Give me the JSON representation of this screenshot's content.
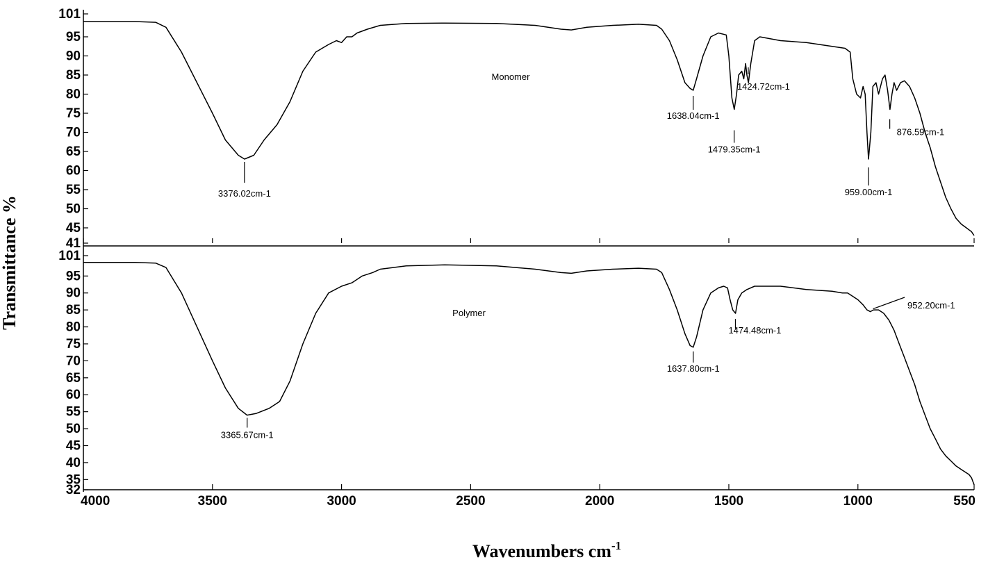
{
  "chart_data": {
    "type": "line",
    "xlabel": "Wavenumbers cm",
    "xlabel_sup": "-1",
    "ylabel": "Transmittance %",
    "xlim": [
      4000,
      550
    ],
    "x_ticks": [
      4000,
      3500,
      3000,
      2500,
      2000,
      1500,
      1000,
      550
    ],
    "grid": false,
    "panels": [
      {
        "name": "Monomer",
        "ylim": [
          41,
          101
        ],
        "y_ticks": [
          101,
          95,
          90,
          85,
          80,
          75,
          70,
          65,
          60,
          55,
          50,
          45,
          41
        ],
        "points": [
          [
            4000,
            99
          ],
          [
            3900,
            99
          ],
          [
            3800,
            99
          ],
          [
            3720,
            98.8
          ],
          [
            3680,
            97.5
          ],
          [
            3620,
            91
          ],
          [
            3560,
            83
          ],
          [
            3500,
            75
          ],
          [
            3450,
            68
          ],
          [
            3400,
            64
          ],
          [
            3376,
            63
          ],
          [
            3340,
            64
          ],
          [
            3300,
            68
          ],
          [
            3250,
            72
          ],
          [
            3200,
            78
          ],
          [
            3150,
            86
          ],
          [
            3100,
            91
          ],
          [
            3050,
            93
          ],
          [
            3020,
            94
          ],
          [
            3000,
            93.5
          ],
          [
            2980,
            95
          ],
          [
            2960,
            95
          ],
          [
            2940,
            96
          ],
          [
            2900,
            97
          ],
          [
            2850,
            98
          ],
          [
            2750,
            98.5
          ],
          [
            2600,
            98.6
          ],
          [
            2400,
            98.5
          ],
          [
            2250,
            98
          ],
          [
            2150,
            97
          ],
          [
            2110,
            96.8
          ],
          [
            2050,
            97.5
          ],
          [
            1950,
            98
          ],
          [
            1850,
            98.3
          ],
          [
            1780,
            98
          ],
          [
            1760,
            97
          ],
          [
            1730,
            94
          ],
          [
            1700,
            89
          ],
          [
            1670,
            83
          ],
          [
            1650,
            81.5
          ],
          [
            1638,
            81
          ],
          [
            1625,
            84
          ],
          [
            1600,
            90
          ],
          [
            1570,
            95
          ],
          [
            1540,
            96
          ],
          [
            1510,
            95.5
          ],
          [
            1500,
            90
          ],
          [
            1488,
            79
          ],
          [
            1479,
            76
          ],
          [
            1470,
            80
          ],
          [
            1462,
            85
          ],
          [
            1450,
            86
          ],
          [
            1442,
            84
          ],
          [
            1435,
            88
          ],
          [
            1430,
            85
          ],
          [
            1424,
            83
          ],
          [
            1415,
            88
          ],
          [
            1400,
            94
          ],
          [
            1380,
            95
          ],
          [
            1300,
            94
          ],
          [
            1200,
            93.5
          ],
          [
            1100,
            92.5
          ],
          [
            1050,
            92
          ],
          [
            1030,
            91
          ],
          [
            1020,
            84
          ],
          [
            1005,
            80
          ],
          [
            990,
            79
          ],
          [
            980,
            82
          ],
          [
            972,
            80
          ],
          [
            965,
            70
          ],
          [
            959,
            63
          ],
          [
            950,
            70
          ],
          [
            942,
            82
          ],
          [
            930,
            83
          ],
          [
            920,
            80
          ],
          [
            905,
            84
          ],
          [
            895,
            85
          ],
          [
            885,
            81
          ],
          [
            876,
            76
          ],
          [
            868,
            80
          ],
          [
            860,
            83
          ],
          [
            850,
            81
          ],
          [
            835,
            83
          ],
          [
            820,
            83.5
          ],
          [
            800,
            82
          ],
          [
            780,
            79
          ],
          [
            760,
            75
          ],
          [
            740,
            70
          ],
          [
            720,
            66
          ],
          [
            700,
            61
          ],
          [
            680,
            57
          ],
          [
            660,
            53
          ],
          [
            640,
            50
          ],
          [
            620,
            47.5
          ],
          [
            600,
            46
          ],
          [
            580,
            45
          ],
          [
            570,
            44.5
          ],
          [
            560,
            44
          ],
          [
            555,
            43.5
          ],
          [
            550,
            43
          ]
        ],
        "annotations": [
          {
            "text": "3376.02cm-1",
            "x": 3376.02
          },
          {
            "text": "1638.04cm-1",
            "x": 1638.04
          },
          {
            "text": "1479.35cm-1",
            "x": 1479.35
          },
          {
            "text": "1424.72cm-1",
            "x": 1424.72
          },
          {
            "text": "959.00cm-1",
            "x": 959.0
          },
          {
            "text": "876.59cm-1",
            "x": 876.59
          }
        ]
      },
      {
        "name": "Polymer",
        "ylim": [
          32,
          101
        ],
        "y_ticks": [
          101,
          95,
          90,
          85,
          80,
          75,
          70,
          65,
          60,
          55,
          50,
          45,
          40,
          35,
          32
        ],
        "points": [
          [
            4000,
            99
          ],
          [
            3900,
            99
          ],
          [
            3800,
            99
          ],
          [
            3720,
            98.8
          ],
          [
            3680,
            97.5
          ],
          [
            3620,
            90
          ],
          [
            3560,
            80
          ],
          [
            3500,
            70
          ],
          [
            3450,
            62
          ],
          [
            3400,
            56
          ],
          [
            3366,
            54
          ],
          [
            3330,
            54.5
          ],
          [
            3280,
            56
          ],
          [
            3240,
            58
          ],
          [
            3200,
            64
          ],
          [
            3150,
            75
          ],
          [
            3100,
            84
          ],
          [
            3050,
            90
          ],
          [
            3000,
            92
          ],
          [
            2960,
            93
          ],
          [
            2920,
            95
          ],
          [
            2880,
            96
          ],
          [
            2850,
            97
          ],
          [
            2750,
            98
          ],
          [
            2600,
            98.3
          ],
          [
            2400,
            98
          ],
          [
            2250,
            97
          ],
          [
            2150,
            96
          ],
          [
            2110,
            95.8
          ],
          [
            2050,
            96.5
          ],
          [
            1950,
            97
          ],
          [
            1850,
            97.3
          ],
          [
            1780,
            97
          ],
          [
            1760,
            96
          ],
          [
            1730,
            91
          ],
          [
            1700,
            85
          ],
          [
            1670,
            78
          ],
          [
            1650,
            74.5
          ],
          [
            1638,
            74
          ],
          [
            1625,
            77
          ],
          [
            1600,
            85
          ],
          [
            1570,
            90
          ],
          [
            1540,
            91.5
          ],
          [
            1520,
            92
          ],
          [
            1505,
            91.5
          ],
          [
            1495,
            88
          ],
          [
            1485,
            85
          ],
          [
            1474,
            84
          ],
          [
            1465,
            88
          ],
          [
            1450,
            90
          ],
          [
            1430,
            91
          ],
          [
            1400,
            92
          ],
          [
            1300,
            92
          ],
          [
            1200,
            91
          ],
          [
            1100,
            90.5
          ],
          [
            1060,
            90
          ],
          [
            1040,
            90
          ],
          [
            1020,
            89
          ],
          [
            1000,
            88
          ],
          [
            980,
            86.5
          ],
          [
            965,
            85
          ],
          [
            952,
            84.5
          ],
          [
            940,
            85
          ],
          [
            920,
            85
          ],
          [
            900,
            84
          ],
          [
            880,
            82
          ],
          [
            860,
            79
          ],
          [
            840,
            75
          ],
          [
            820,
            71
          ],
          [
            800,
            67
          ],
          [
            780,
            63
          ],
          [
            760,
            58
          ],
          [
            740,
            54
          ],
          [
            720,
            50
          ],
          [
            700,
            47
          ],
          [
            680,
            44
          ],
          [
            660,
            42
          ],
          [
            640,
            40.5
          ],
          [
            620,
            39
          ],
          [
            600,
            38
          ],
          [
            580,
            37
          ],
          [
            570,
            36.5
          ],
          [
            560,
            35.5
          ],
          [
            555,
            34.5
          ],
          [
            550,
            33.5
          ]
        ],
        "annotations": [
          {
            "text": "3365.67cm-1",
            "x": 3365.67
          },
          {
            "text": "1637.80cm-1",
            "x": 1637.8
          },
          {
            "text": "1474.48cm-1",
            "x": 1474.48
          },
          {
            "text": "952.20cm-1",
            "x": 952.2
          }
        ]
      }
    ]
  }
}
